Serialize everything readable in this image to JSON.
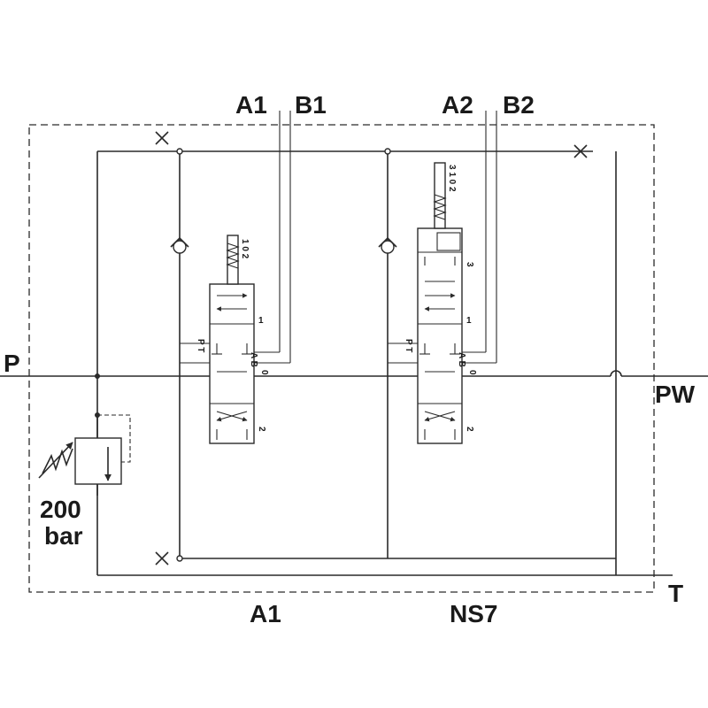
{
  "ports": {
    "a1_top": "A1",
    "b1_top": "B1",
    "a2_top": "A2",
    "b2_top": "B2",
    "p": "P",
    "pw": "PW",
    "t": "T"
  },
  "relief_valve": {
    "pressure": "200",
    "unit": "bar"
  },
  "footer": {
    "left": "A1",
    "right": "NS7"
  },
  "valve1": {
    "spring_positions": "1 0 2",
    "pos_top": "1",
    "pos_center": "0",
    "pos_bottom": "2",
    "pt_label": "P T",
    "ab_label": "A B"
  },
  "valve2": {
    "spring_positions": "3 1 0 2",
    "pos_3": "3",
    "pos_top": "1",
    "pos_center": "0",
    "pos_bottom": "2",
    "pt_label": "P T",
    "ab_label": "A B"
  }
}
